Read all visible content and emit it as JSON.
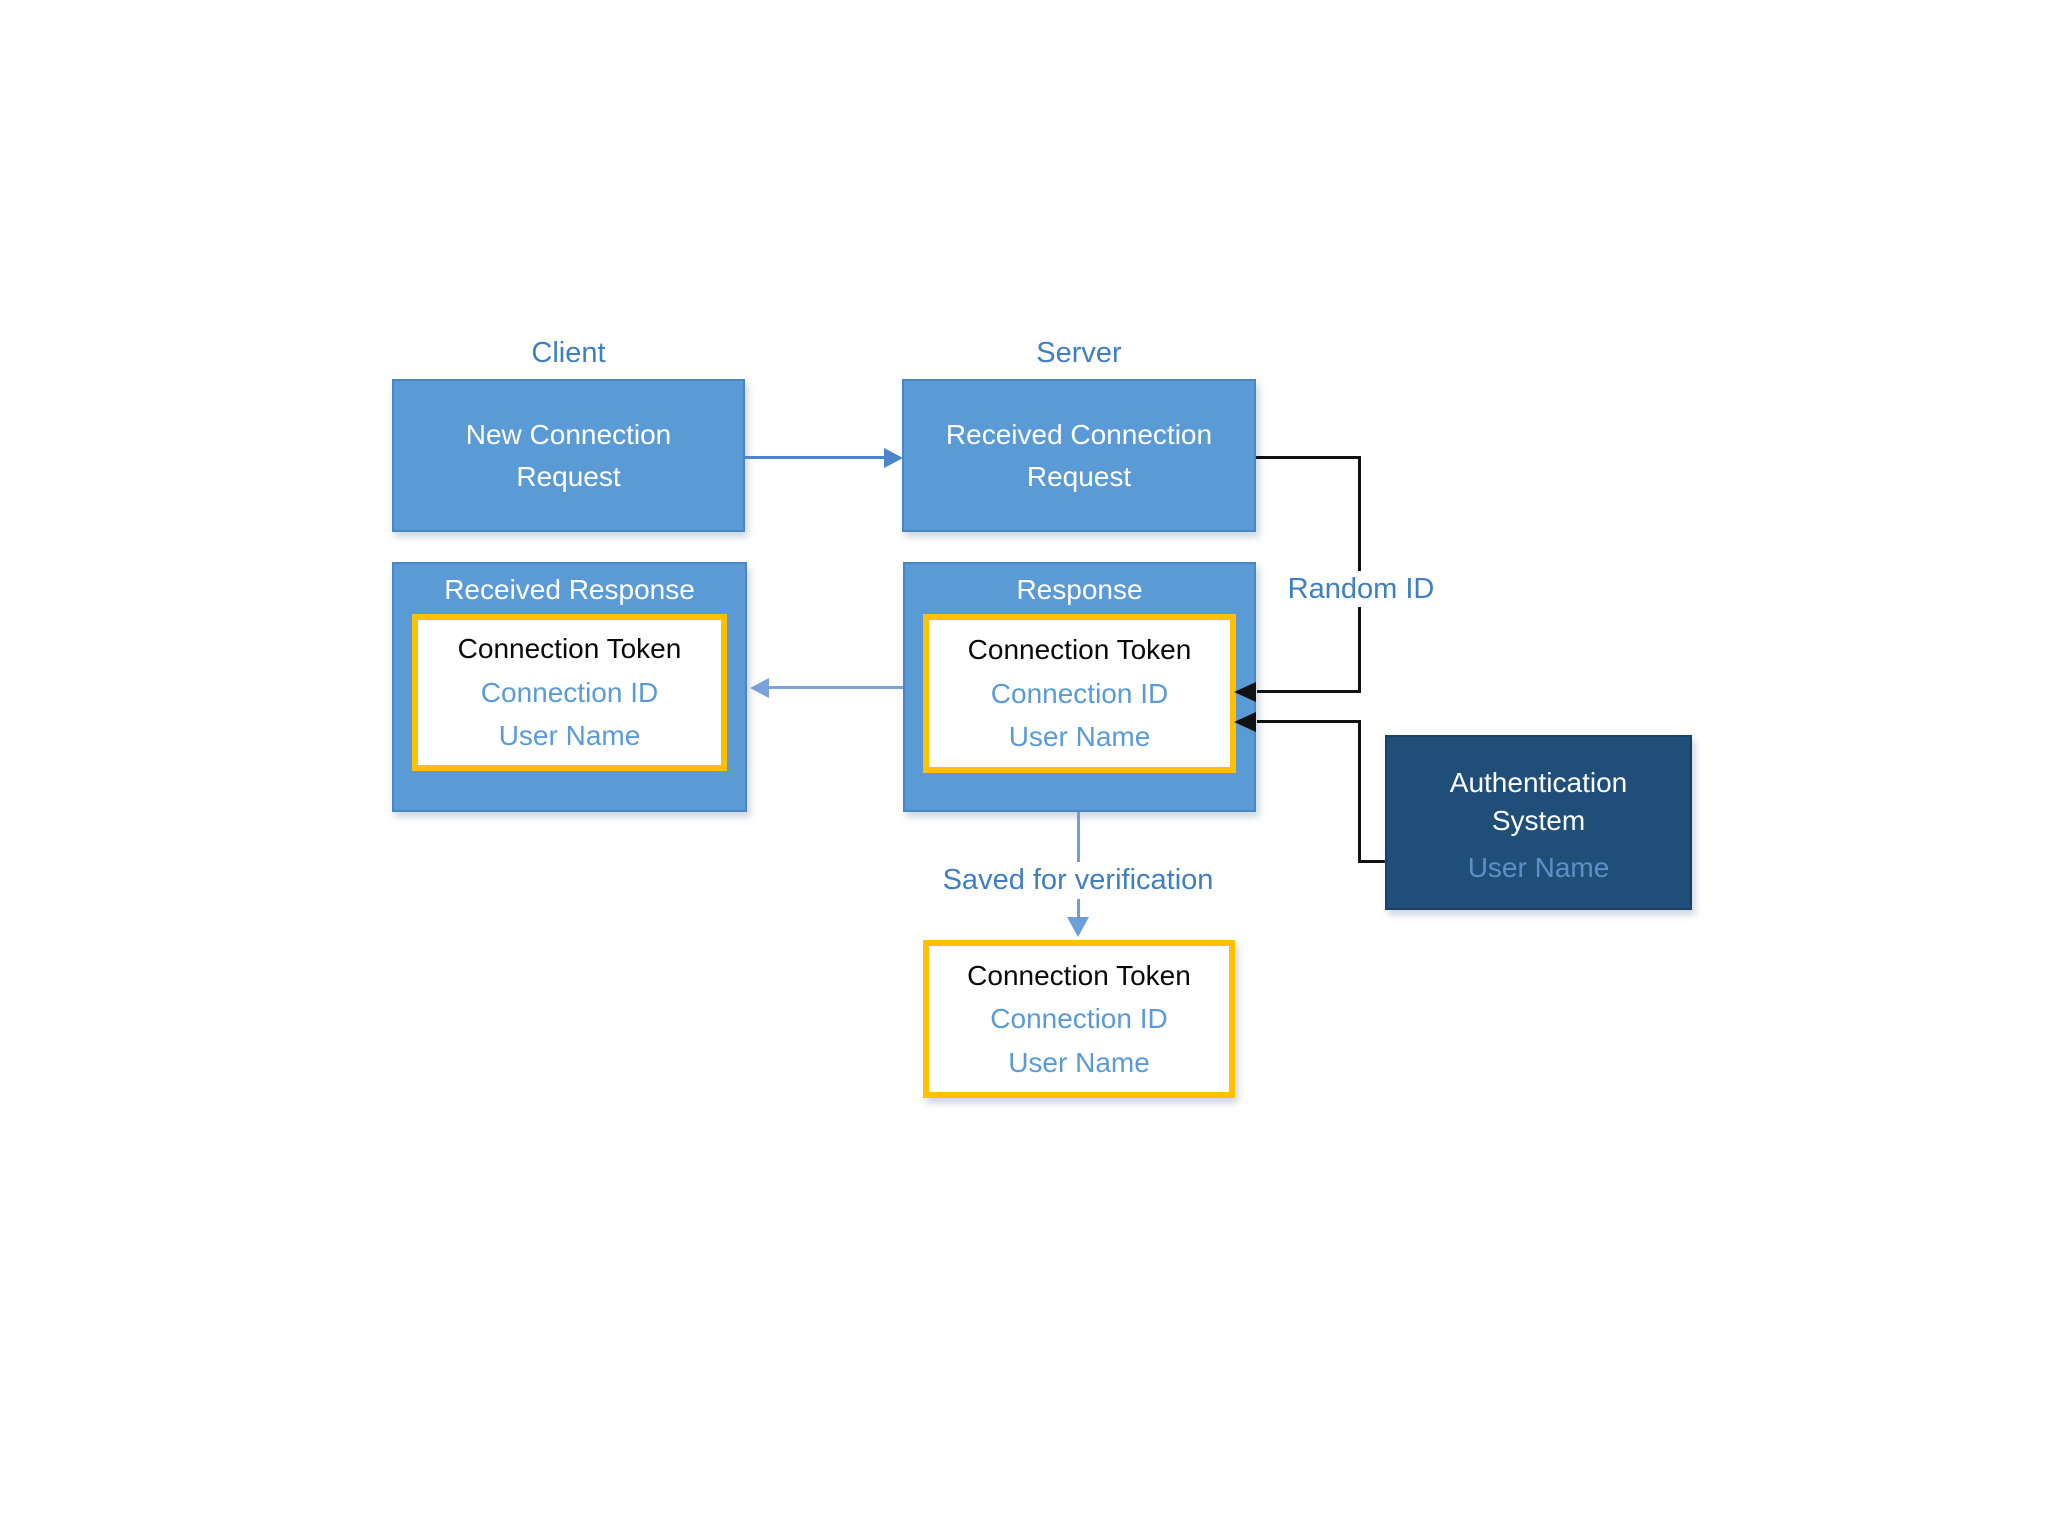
{
  "colors": {
    "box_blue": "#5B9BD5",
    "box_blue_border": "#4A86C5",
    "box_navy": "#1F4E79",
    "box_navy_border": "#1A4163",
    "yellow_border": "#FFC000",
    "label_blue": "#3E7FC1",
    "field_blue": "#5B9BD5",
    "token_black": "#0A0A0A",
    "connector_black": "#111111",
    "connector_blue": "#4A86C8",
    "connector_blue_light": "#7BA2D8",
    "connector_blue_saved": "#6D9EDA",
    "auth_field_blue": "#5C90C6"
  },
  "columns": {
    "client": {
      "label": "Client"
    },
    "server": {
      "label": "Server"
    }
  },
  "boxes": {
    "new_connection_request": {
      "title": "New Connection Request"
    },
    "received_connection_request": {
      "title": "Received Connection Request"
    },
    "received_response": {
      "title": "Received Response",
      "token": {
        "title": "Connection Token",
        "fields": [
          "Connection ID",
          "User Name"
        ]
      }
    },
    "response": {
      "title": "Response",
      "token": {
        "title": "Connection Token",
        "fields": [
          "Connection ID",
          "User Name"
        ]
      }
    },
    "authentication_system": {
      "title": "Authentication System",
      "field": "User Name"
    },
    "saved_token": {
      "title": "Connection Token",
      "fields": [
        "Connection ID",
        "User Name"
      ]
    }
  },
  "connector_labels": {
    "random_id": "Random ID",
    "saved_for_verification": "Saved for verification"
  }
}
